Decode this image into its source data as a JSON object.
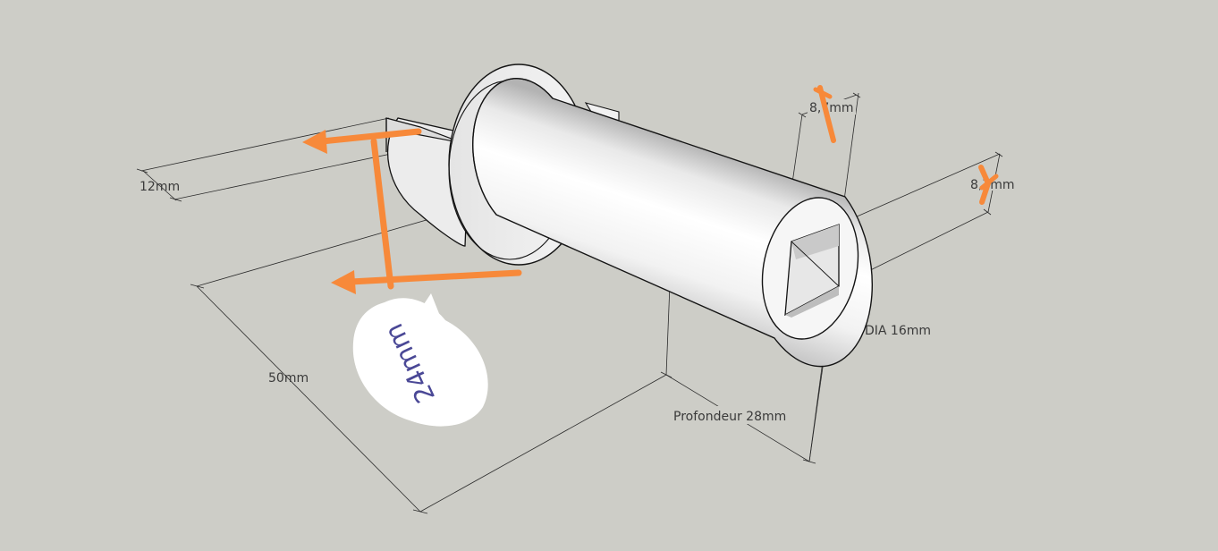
{
  "labels": {
    "dim_12": "12mm",
    "dim_50": "50mm",
    "dim_depth": "Profondeur 28mm",
    "dim_dia": "DIA 16mm",
    "dim_8_top": "8,7mm",
    "dim_8_right": "8,7mm"
  },
  "annotation": {
    "bubble_text": "24mm"
  },
  "colors": {
    "background": "#cdcdc7",
    "annotation_orange": "#f7893a",
    "annotation_text": "#4a4896"
  }
}
